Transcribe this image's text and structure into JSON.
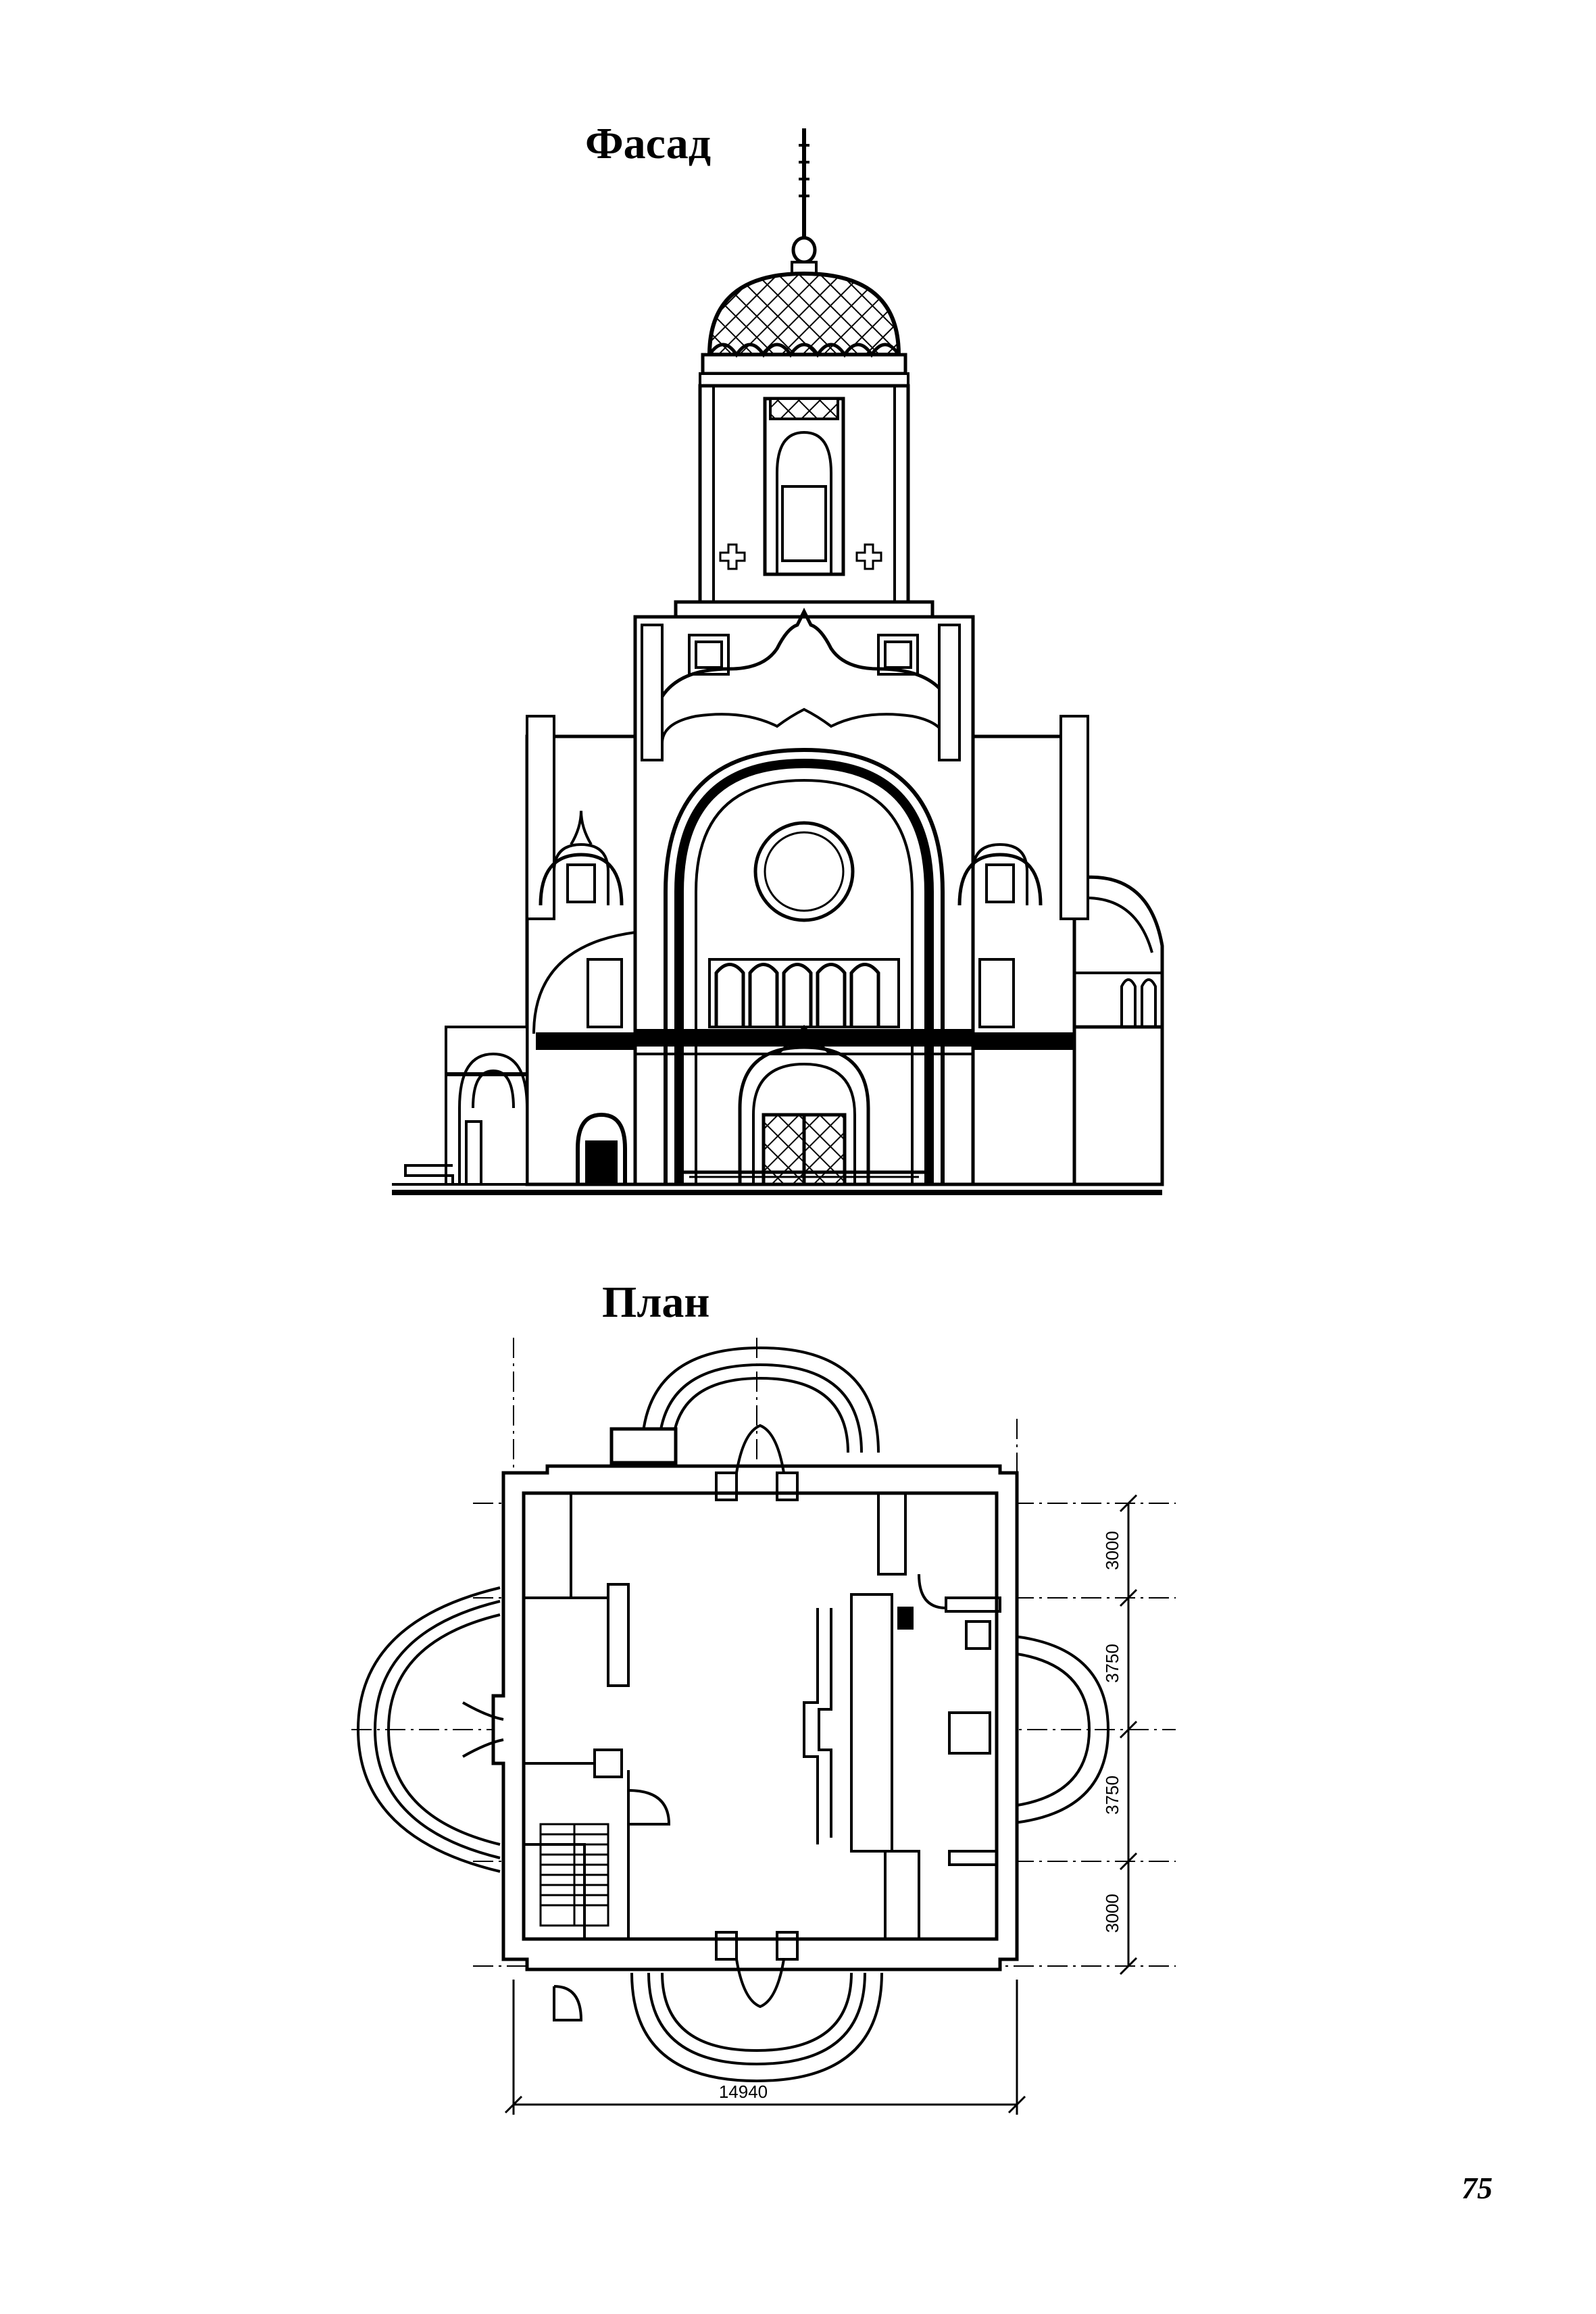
{
  "facade": {
    "title": "Фасад"
  },
  "plan": {
    "title": "План",
    "dimensions": {
      "overall_width": "14940",
      "segments": [
        "3000",
        "3750",
        "3750",
        "3000"
      ]
    }
  },
  "page_number": "75"
}
